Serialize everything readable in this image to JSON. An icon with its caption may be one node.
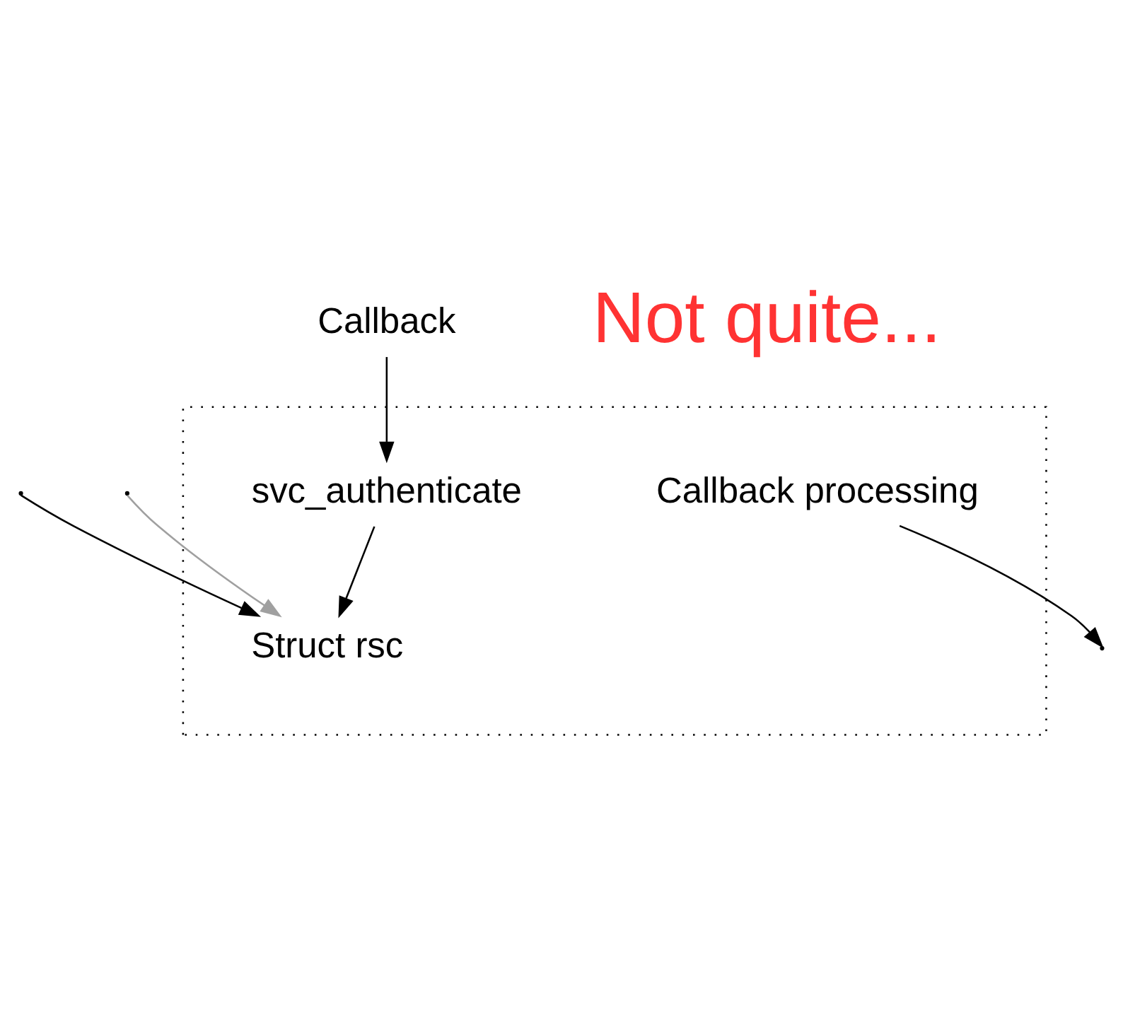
{
  "diagram": {
    "nodes": [
      {
        "text": [],
        "shape": "box"
      },
      {
        "text": [
          "svc_authenticate"
        ],
        "in": 0
      },
      {
        "text": [
          "Callback processing"
        ],
        "in": 0
      },
      {
        "text": [
          "Struct rsc"
        ],
        "in": 0
      },
      {
        "text": [
          "Callback"
        ]
      }
    ],
    "edges": [
      {
        "from": 4,
        "to": 1,
        "arrow": "to"
      },
      {
        "from": 1,
        "to": 3,
        "arrow": "to"
      },
      {
        "from": 2,
        "to": null,
        "arrow": "to"
      },
      {
        "from": null,
        "to": 3,
        "arrow": "to"
      },
      {
        "from": null,
        "to": 3,
        "arrow": "to",
        "color": "#a0a0a0"
      }
    ],
    "labels": [
      "Not quite..."
    ]
  }
}
